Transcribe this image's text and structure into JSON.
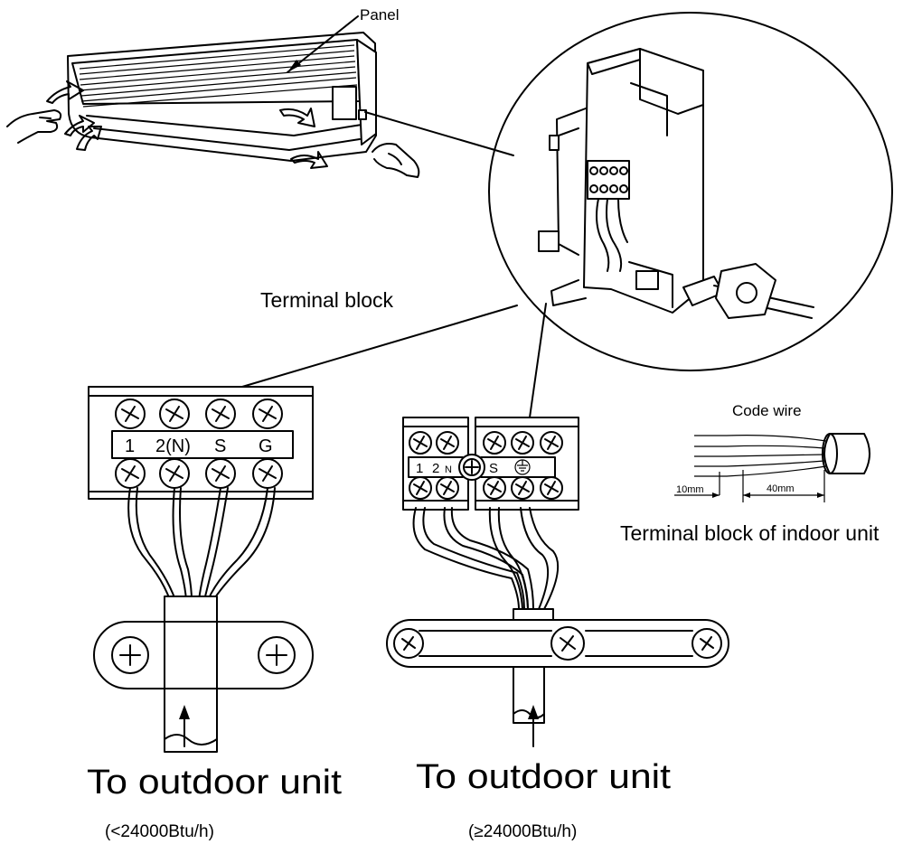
{
  "labels": {
    "panel": "Panel",
    "terminal_block": "Terminal block",
    "code_wire": "Code wire",
    "dim_10mm": "10mm",
    "dim_40mm": "40mm",
    "terminal_block_indoor": "Terminal block of indoor unit"
  },
  "small_block": {
    "terminals": [
      "1",
      "2(N)",
      "S",
      "G"
    ]
  },
  "large_block": {
    "left_marks": [
      "1",
      "2",
      "N"
    ],
    "right_marks": [
      "S"
    ]
  },
  "captions": [
    {
      "title": "To outdoor unit",
      "subtitle": "(<24000Btu/h)"
    },
    {
      "title": "To outdoor unit",
      "subtitle": "(≥24000Btu/h)"
    }
  ]
}
